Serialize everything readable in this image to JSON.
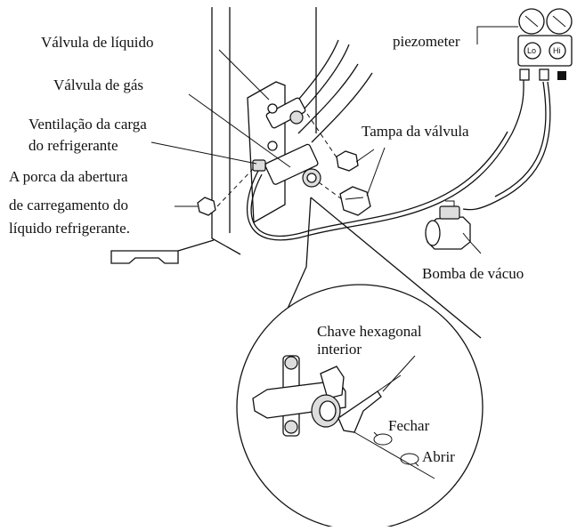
{
  "labels": {
    "liquid_valve": "Válvula de líquido",
    "gas_valve": "Válvula de gás",
    "vent_line1": "Ventilação da carga",
    "vent_line2": "do refrigerante",
    "nut_line1": "A porca da abertura",
    "nut_line2": "de carregamento do",
    "nut_line3": "líquido refrigerante.",
    "piezometer": "piezometer",
    "valve_cap": "Tampa da válvula",
    "vacuum_pump": "Bomba de vácuo",
    "hex_key_line1": "Chave hexagonal",
    "hex_key_line2": "interior",
    "close": "Fechar",
    "open": "Abrir"
  },
  "gauge": {
    "low": "Lo",
    "high": "Hi"
  }
}
